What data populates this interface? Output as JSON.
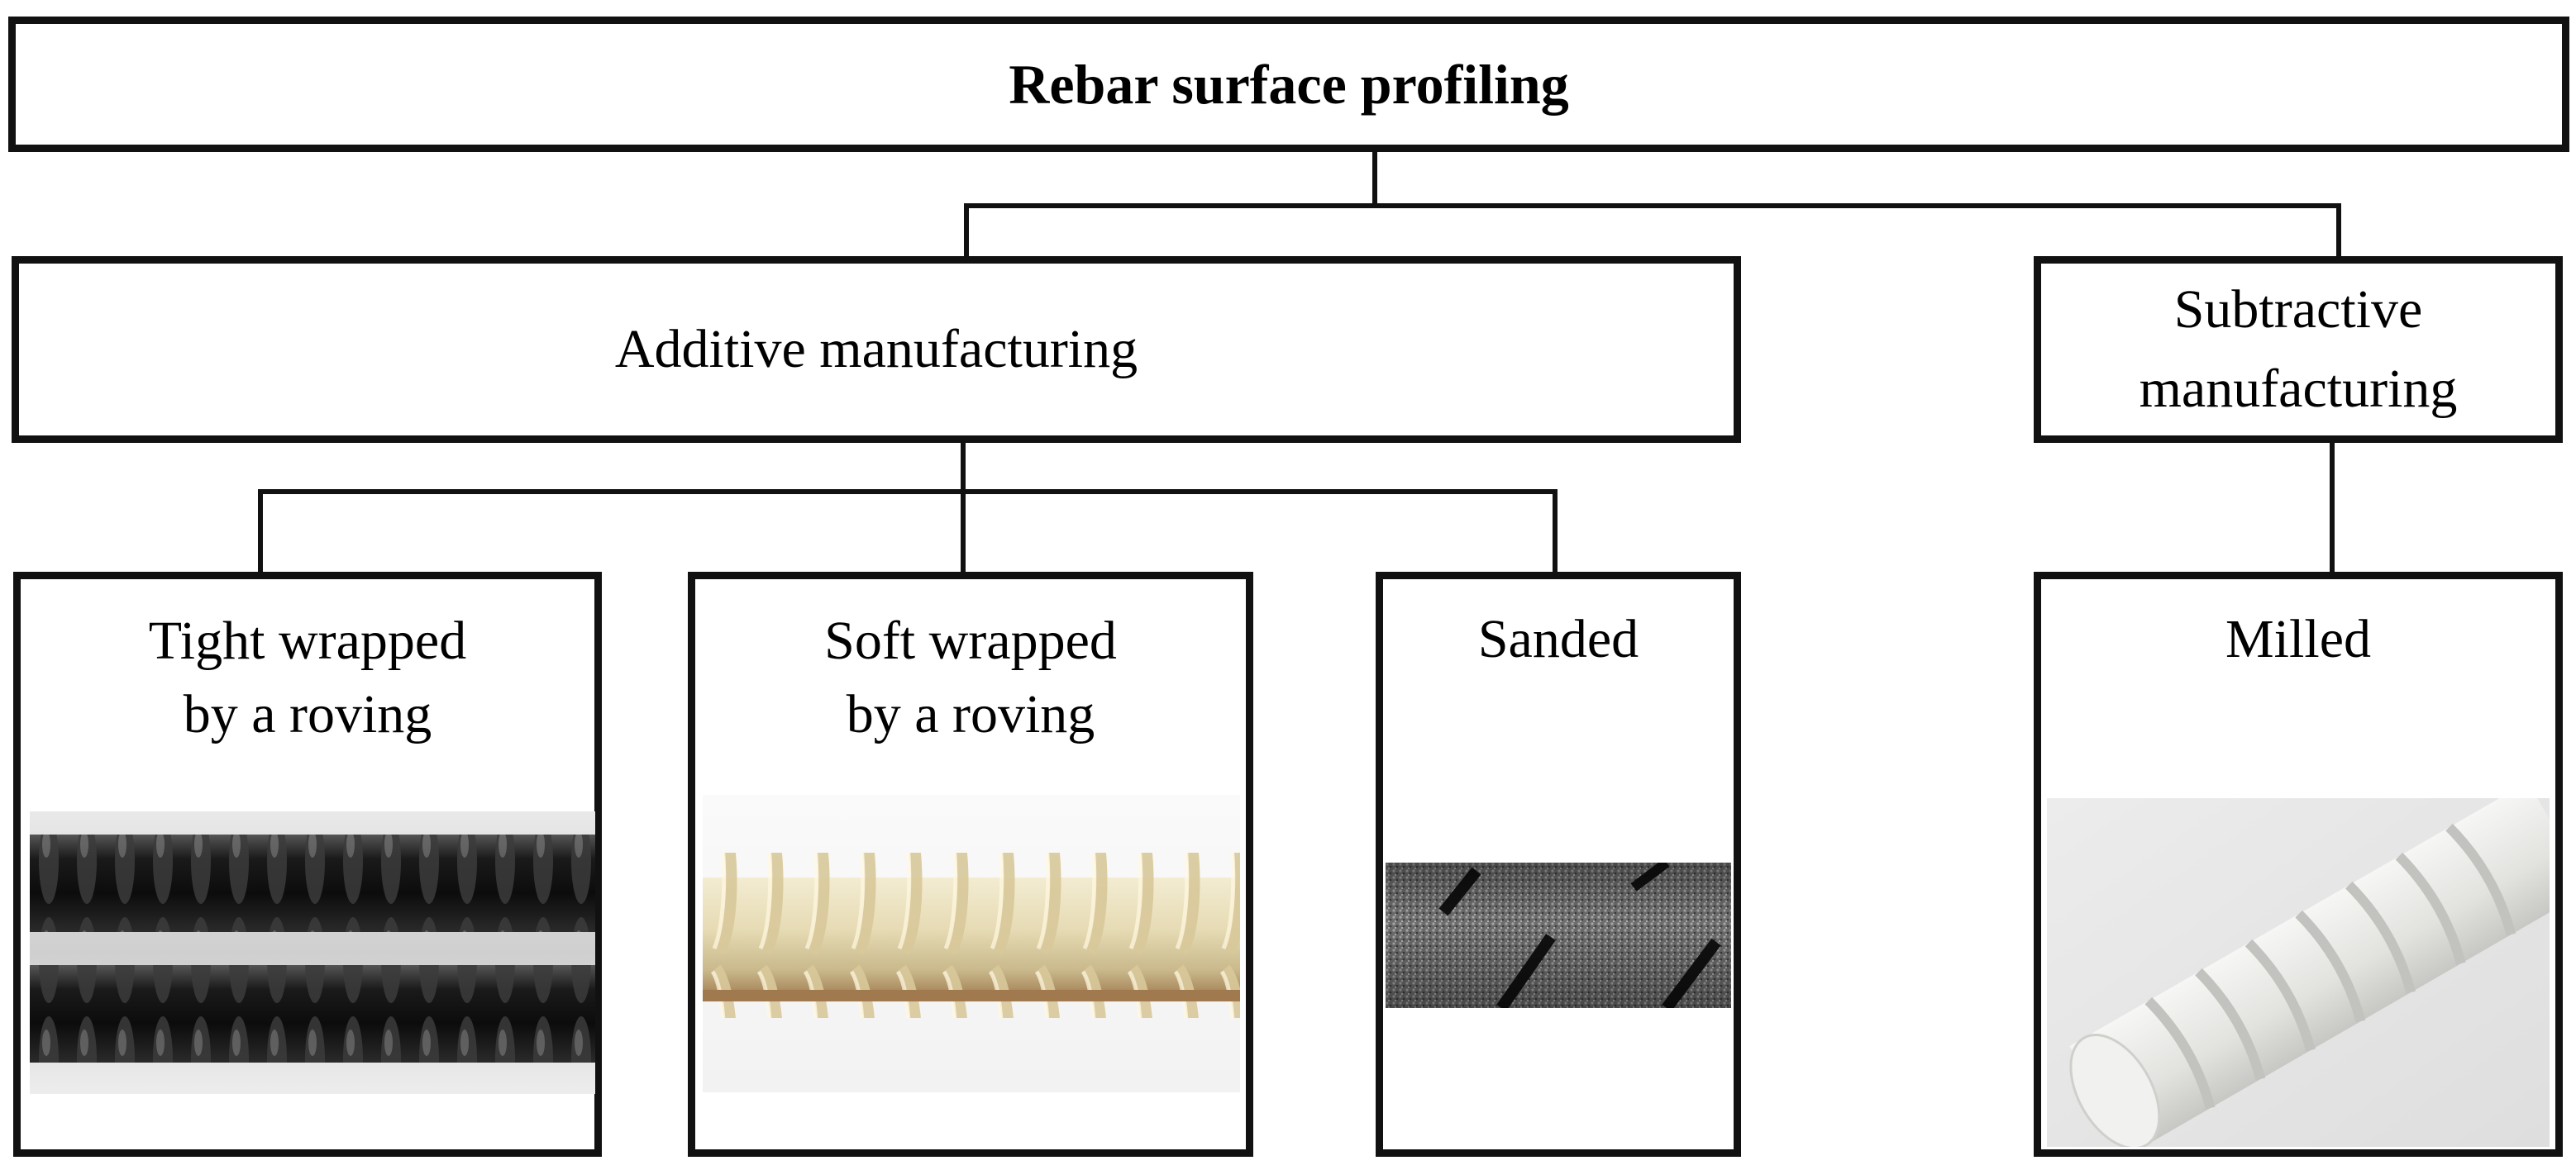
{
  "diagram": {
    "root": {
      "label": "Rebar surface profiling"
    },
    "categories": [
      {
        "label": "Additive manufacturing",
        "methods": [
          {
            "label": "Tight wrapped\nby a roving",
            "image": "black rebar with tight roving wrap"
          },
          {
            "label": "Soft wrapped\nby a roving",
            "image": "beige rebar with soft roving wrap"
          },
          {
            "label": "Sanded",
            "image": "grey sand-coated rebar"
          }
        ]
      },
      {
        "label": "Subtractive\nmanufacturing",
        "methods": [
          {
            "label": "Milled",
            "image": "white milled rebar"
          }
        ]
      }
    ],
    "colors": {
      "border": "#111111",
      "background": "#ffffff"
    }
  }
}
